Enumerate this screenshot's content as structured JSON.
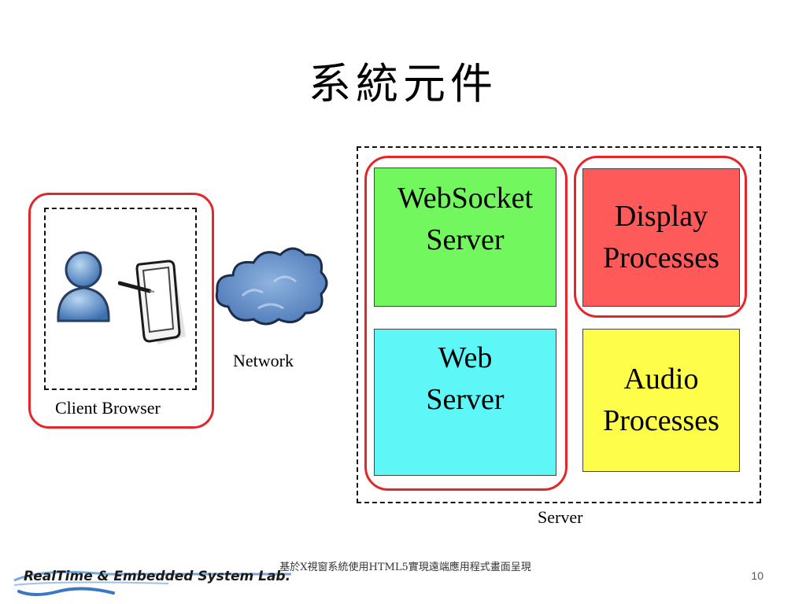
{
  "slide": {
    "title": "系統元件",
    "page_number": "10",
    "footer_text": "基於X視窗系統使用HTML5實現遠端應用程式畫面呈現"
  },
  "logo": {
    "text": "RealTime & Embedded System Lab."
  },
  "diagram": {
    "client_label": "Client Browser",
    "network_label": "Network",
    "server_label": "Server",
    "components": {
      "websocket": {
        "label_line1": "WebSocket",
        "label_line2": "Server",
        "color": "#73f75f"
      },
      "web": {
        "label_line1": "Web",
        "label_line2": "Server",
        "color": "#5ef7f7"
      },
      "display": {
        "label_line1": "Display",
        "label_line2": "Processes",
        "color": "#ff5a5a"
      },
      "audio": {
        "label_line1": "Audio",
        "label_line2": "Processes",
        "color": "#fdfd4a"
      }
    },
    "highlight_color": "#e3262a"
  },
  "icons": [
    "user-icon",
    "tablet-icon",
    "cloud-icon"
  ]
}
